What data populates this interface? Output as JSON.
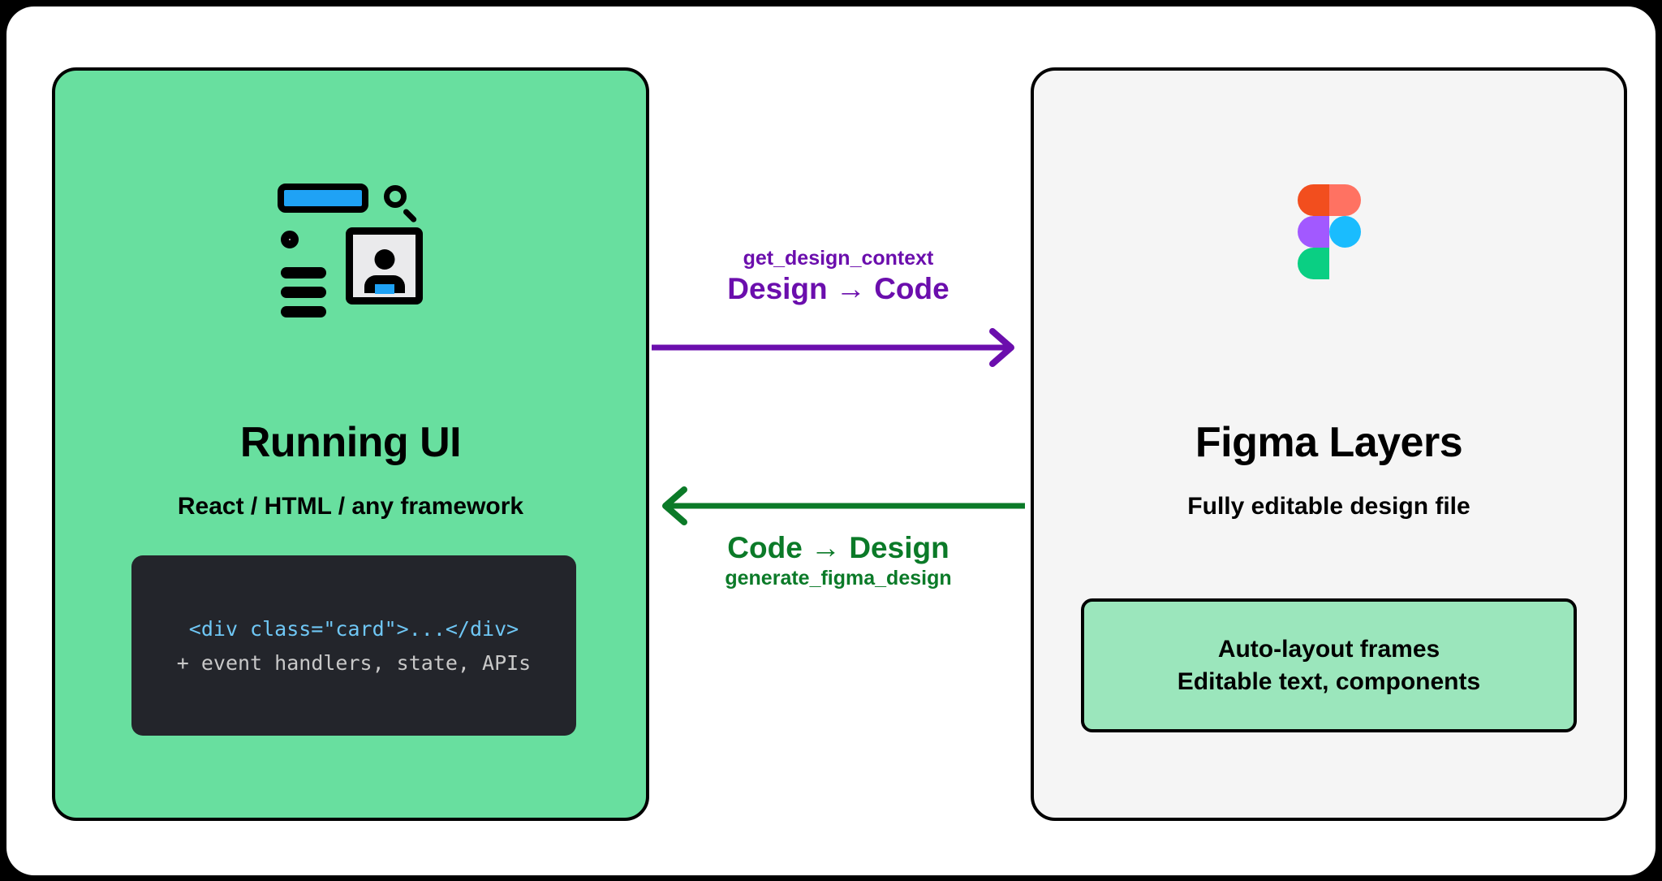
{
  "diagram": {
    "title": "Running UI and Figma Layers round-trip",
    "colors": {
      "left_card_bg": "#68DF9F",
      "right_card_bg": "#F5F5F5",
      "code_bg": "#23252B",
      "code_tag": "#6FC7F5",
      "code_comment": "#C8C8C8",
      "arrow_design_to_code": "#6B0EAD",
      "arrow_code_to_design": "#0B7A28",
      "feature_box_bg": "#9BE6BC",
      "accent_blue": "#1FA2F5",
      "figma_orange": "#F24E1E",
      "figma_salmon": "#FF7262",
      "figma_purple": "#A259FF",
      "figma_blue": "#1ABCFE",
      "figma_green": "#0ACF83"
    }
  },
  "left_card": {
    "title": "Running UI",
    "subtitle": "React / HTML / any framework",
    "icon_name": "ui-wireframe-icon",
    "code_block": {
      "line1": "<div class=\"card\">...</div>",
      "line2": "+ event handlers, state, APIs"
    }
  },
  "right_card": {
    "title": "Figma Layers",
    "subtitle": "Fully editable design file",
    "icon_name": "figma-logo-icon",
    "feature_box": {
      "line1": "Auto-layout frames",
      "line2": "Editable text, components"
    }
  },
  "arrows": {
    "design_to_code": {
      "tool_label": "get_design_context",
      "flow_label": "Design → Code",
      "direction": "right",
      "color": "#6B0EAD"
    },
    "code_to_design": {
      "flow_label": "Code → Design",
      "tool_label": "generate_figma_design",
      "direction": "left",
      "color": "#0B7A28"
    }
  }
}
